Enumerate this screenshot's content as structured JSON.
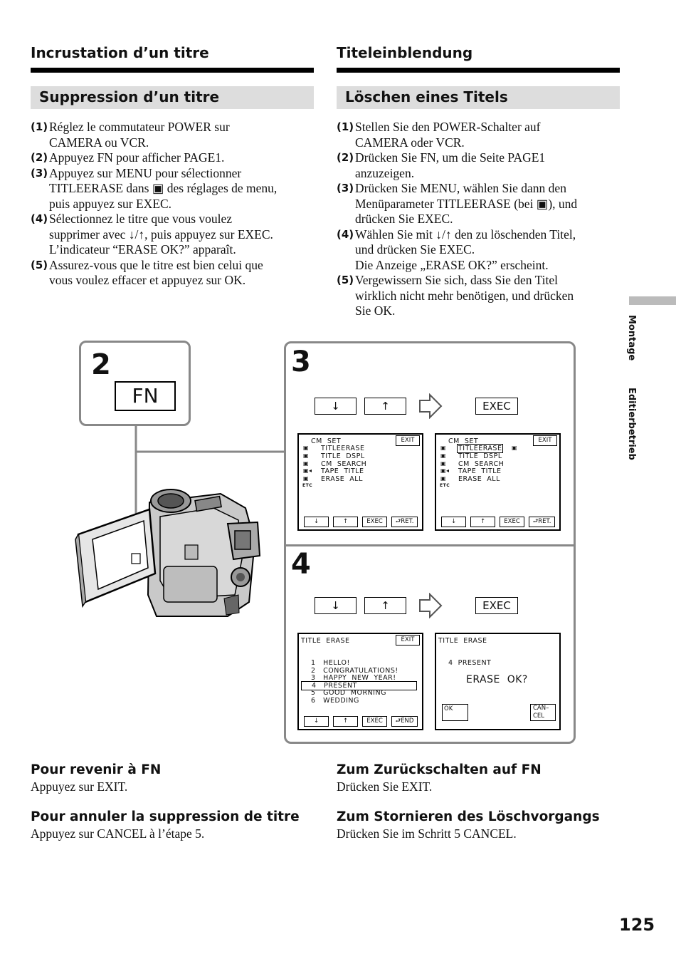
{
  "fr": {
    "section_title": "Incrustation d’un titre",
    "subtitle": "Suppression d’un titre",
    "steps": [
      {
        "num": "(1)",
        "text": "Réglez le commutateur POWER sur\nCAMERA ou VCR."
      },
      {
        "num": "(2)",
        "text": "Appuyez FN pour afficher PAGE1."
      },
      {
        "num": "(3)",
        "text": "Appuyez sur MENU pour sélectionner\nTITLEERASE dans ▣ des réglages de menu,\npuis appuyez sur EXEC."
      },
      {
        "num": "(4)",
        "text": "Sélectionnez le titre que vous voulez\nsupprimer avec ↓/↑, puis appuyez sur EXEC.\nL’indicateur “ERASE OK?” apparaît."
      },
      {
        "num": "(5)",
        "text": "Assurez-vous que le titre est bien celui que\nvous voulez effacer  et appuyez sur OK."
      }
    ],
    "back_heading": "Pour revenir à FN",
    "back_text": "Appuyez sur EXIT.",
    "cancel_heading": "Pour annuler la suppression de titre",
    "cancel_text": "Appuyez sur CANCEL à l’étape 5."
  },
  "de": {
    "section_title": "Titeleinblendung",
    "subtitle": "Löschen eines Titels",
    "steps": [
      {
        "num": "(1)",
        "text": "Stellen Sie den POWER-Schalter auf\nCAMERA oder VCR."
      },
      {
        "num": "(2)",
        "text": "Drücken Sie FN, um die Seite PAGE1\nanzuzeigen."
      },
      {
        "num": "(3)",
        "text": "Drücken Sie MENU, wählen Sie dann den\nMenüparameter TITLEERASE (bei ▣), und\ndrücken Sie EXEC."
      },
      {
        "num": "(4)",
        "text": "Wählen Sie mit ↓/↑ den zu löschenden Titel,\nund drücken Sie EXEC.\nDie Anzeige „ERASE OK?” erscheint."
      },
      {
        "num": "(5)",
        "text": "Vergewissern Sie sich, dass Sie den Titel\nwirklich nicht mehr benötigen, und drücken\nSie OK."
      }
    ],
    "back_heading": "Zum Zurückschalten auf FN",
    "back_text": "Drücken Sie EXIT.",
    "cancel_heading": "Zum Stornieren des Löschvorgangs",
    "cancel_text": "Drücken Sie im Schritt 5 CANCEL."
  },
  "side": {
    "montage": "Montage",
    "editier": "Editierbetrieb"
  },
  "page_number": "125",
  "diagram": {
    "step2": {
      "num": "2",
      "fn_label": "FN"
    },
    "step3": {
      "num": "3",
      "down": "↓",
      "up": "↑",
      "exec": "EXEC"
    },
    "step4": {
      "num": "4",
      "down": "↓",
      "up": "↑",
      "exec": "EXEC"
    },
    "cm_screen": {
      "title": "CM  SET",
      "exit": "EXIT",
      "items": [
        "TITLEERASE",
        "TITLE  DSPL",
        "CM  SEARCH",
        "TAPE  TITLE",
        "ERASE  ALL"
      ],
      "etc": "ETC",
      "buttons": [
        "↓",
        "↑",
        "EXEC",
        "RET."
      ]
    },
    "title_erase_screen": {
      "title": "TITLE  ERASE",
      "exit": "EXIT",
      "items": [
        "1   HELLO!",
        "2   CONGRATULATIONS!",
        "3   HAPPY  NEW  YEAR!",
        "4   PRESENT",
        "5   GOOD  MORNING",
        "6   WEDDING"
      ],
      "buttons": [
        "↓",
        "↑",
        "EXEC",
        "END"
      ]
    },
    "confirm_screen": {
      "title": "TITLE  ERASE",
      "present": "4  PRESENT",
      "question": "ERASE  OK?",
      "ok": "OK",
      "cancel": "CAN–\nCEL"
    }
  }
}
